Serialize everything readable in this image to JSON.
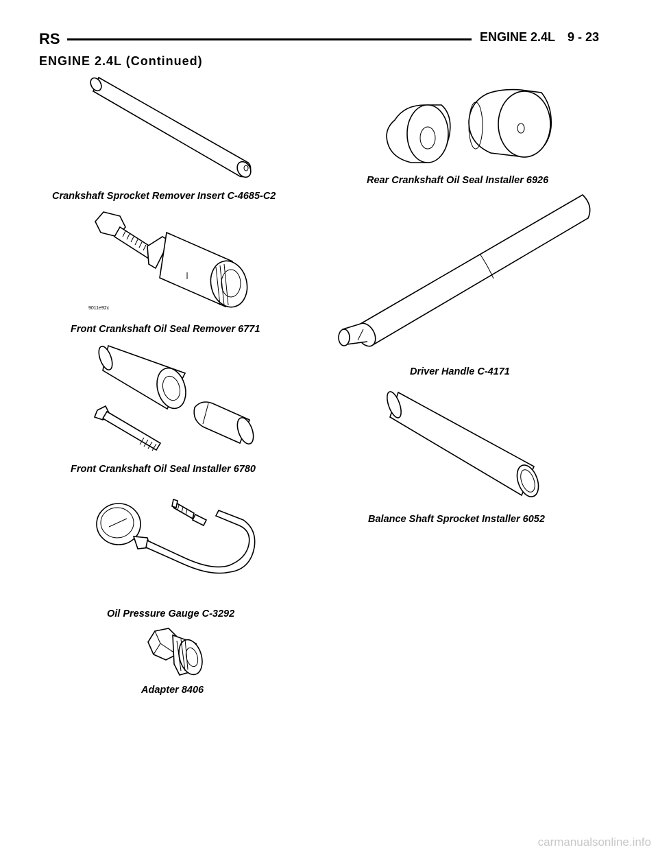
{
  "header": {
    "section": "RS",
    "title": "ENGINE 2.4L",
    "page": "9 - 23"
  },
  "subtitle": "ENGINE 2.4L (Continued)",
  "tools": {
    "sprocket_remover_insert": "Crankshaft Sprocket Remover Insert C-4685-C2",
    "rear_seal_installer": "Rear Crankshaft Oil Seal Installer 6926",
    "front_seal_remover": "Front Crankshaft Oil Seal Remover 6771",
    "driver_handle": "Driver Handle C-4171",
    "front_seal_installer": "Front Crankshaft Oil Seal Installer 6780",
    "balance_shaft_installer": "Balance Shaft Sprocket Installer 6052",
    "oil_pressure_gauge": "Oil Pressure Gauge C-3292",
    "adapter": "Adapter 8406"
  },
  "figure_id": "9011e92c",
  "watermark": "carmanualsonline.info"
}
